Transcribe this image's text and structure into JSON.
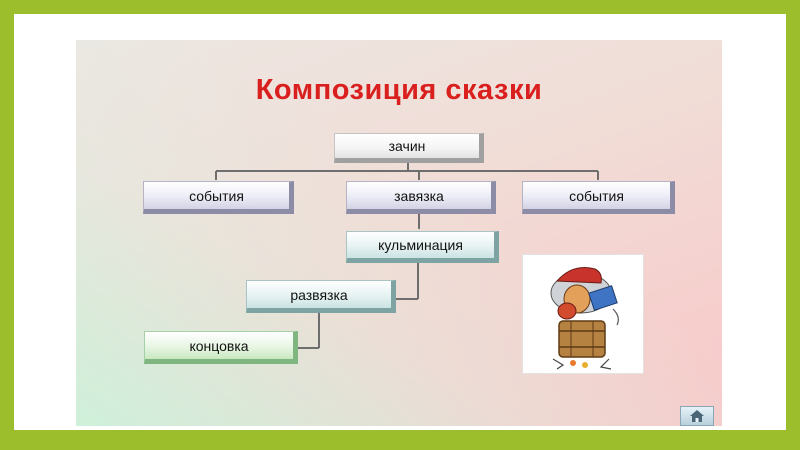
{
  "slide": {
    "title": "Композиция сказки"
  },
  "diagram": {
    "nodes": {
      "zachin": "зачин",
      "sobytiya_left": "события",
      "zavyazka": "завязка",
      "sobytiya_right": "события",
      "kulminatsiya": "кульминация",
      "razvyazka": "развязка",
      "kontsovka": "концовка"
    }
  },
  "icons": {
    "illustration": "fairy-tale-character-in-barrel-illustration",
    "home": "home-icon"
  },
  "colors": {
    "title": "#d9201e",
    "background_frame": "#9cbd2c",
    "connector": "#6e6e6e"
  }
}
